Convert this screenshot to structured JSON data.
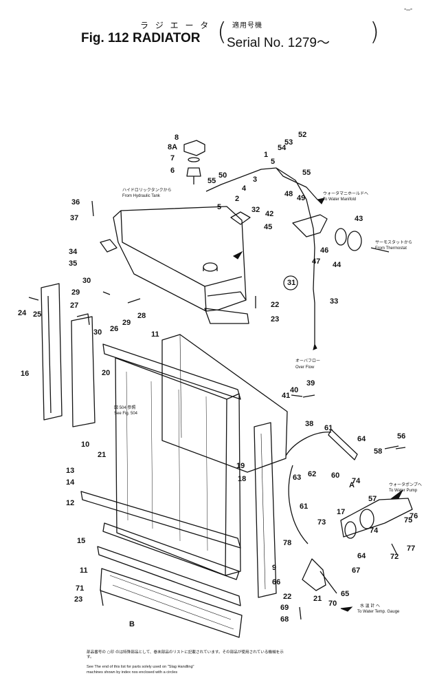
{
  "header": {
    "jp_title": "ラ ジ エ ー タ",
    "jp_serial": "適用号機",
    "fig_title": "Fig. 112  RADIATOR",
    "serial": "Serial No. 1279～",
    "corner_mark": "- ̶ -"
  },
  "notes": {
    "hydraulic_jp": "ハイドロリックタンクから",
    "hydraulic_en": "From Hydraulic Tank",
    "manifold_jp": "ウォータマニホールドへ",
    "manifold_en": "To Water Manifold",
    "thermostat_jp": "サーモスタットから",
    "thermostat_en": "From Thermostat",
    "overflow_jp": "オーバフロー",
    "overflow_en": "Over Flow",
    "seefig_jp": "図 504 参照",
    "seefig_en": "See Fig. 504",
    "pump_jp": "ウォータポンプへ",
    "pump_en": "To Water Pump",
    "gauge_jp": "水 温 計 へ",
    "gauge_en": "To Water Temp. Gauge",
    "arrow_a": "A",
    "arrow_b": "B"
  },
  "callouts": [
    "8",
    "8A",
    "7",
    "6",
    "1",
    "5",
    "54",
    "53",
    "52",
    "55",
    "50",
    "55",
    "4",
    "3",
    "2",
    "5",
    "32",
    "42",
    "48",
    "49",
    "45",
    "43",
    "46",
    "47",
    "44",
    "36",
    "37",
    "34",
    "35",
    "31",
    "33",
    "30",
    "29",
    "27",
    "25",
    "24",
    "28",
    "29",
    "26",
    "30",
    "22",
    "23",
    "11",
    "16",
    "20",
    "10",
    "41",
    "40",
    "39",
    "38",
    "61",
    "64",
    "58",
    "56",
    "21",
    "13",
    "14",
    "12",
    "19",
    "18",
    "63",
    "62",
    "60",
    "57",
    "61",
    "17",
    "75",
    "76",
    "73",
    "74",
    "64",
    "72",
    "77",
    "78",
    "15",
    "11",
    "9",
    "66",
    "65",
    "71",
    "23",
    "22",
    "21",
    "70",
    "69",
    "68",
    "67",
    "74",
    "A"
  ],
  "footnote": {
    "jp": "部品番号の ○印 のは特殊部品として、巻末部品のリストに記載されています。その部品が使用されている機械を示す。",
    "en1": "See The end of this list for parts solely used on \"Slag Handling\"",
    "en2": "machines shown by index nos enclosed with a circles"
  }
}
